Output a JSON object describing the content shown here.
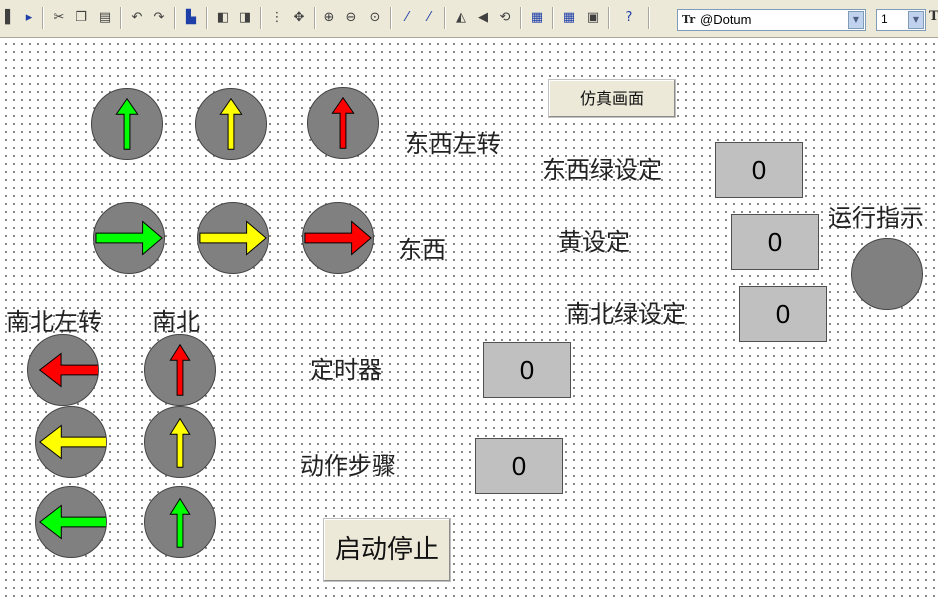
{
  "toolbar": {
    "font_name": "@Dotum",
    "font_size": "1",
    "icons": [
      "play-icon",
      "cut-icon",
      "copy-icon",
      "paste-icon",
      "undo-icon",
      "redo-icon",
      "print-icon",
      "group-icon",
      "ungroup-icon",
      "grid-icon",
      "move-icon",
      "zoom-in-icon",
      "zoom-out-icon",
      "zoom-fit-icon",
      "wand-icon",
      "wand2-icon",
      "flip-h-icon",
      "flip-v-icon",
      "rotate-icon",
      "properties-icon",
      "layout-icon",
      "image-icon",
      "help-icon"
    ]
  },
  "labels": {
    "ew_left": "东西左转",
    "ew": "东西",
    "ns_left": "南北左转",
    "ns": "南北",
    "timer": "定时器",
    "step": "动作步骤",
    "ew_green_set": "东西绿设定",
    "yellow_set": "黄设定",
    "ns_green_set": "南北绿设定",
    "run_indicator": "运行指示"
  },
  "buttons": {
    "simulate": "仿真画面",
    "start_stop": "启动停止"
  },
  "values": {
    "ew_green_set": "0",
    "yellow_set": "0",
    "ns_green_set": "0",
    "timer": "0",
    "step": "0"
  },
  "colors": {
    "green": "#00ff00",
    "yellow": "#ffff00",
    "red": "#ff0000",
    "lamp": "#808080"
  }
}
